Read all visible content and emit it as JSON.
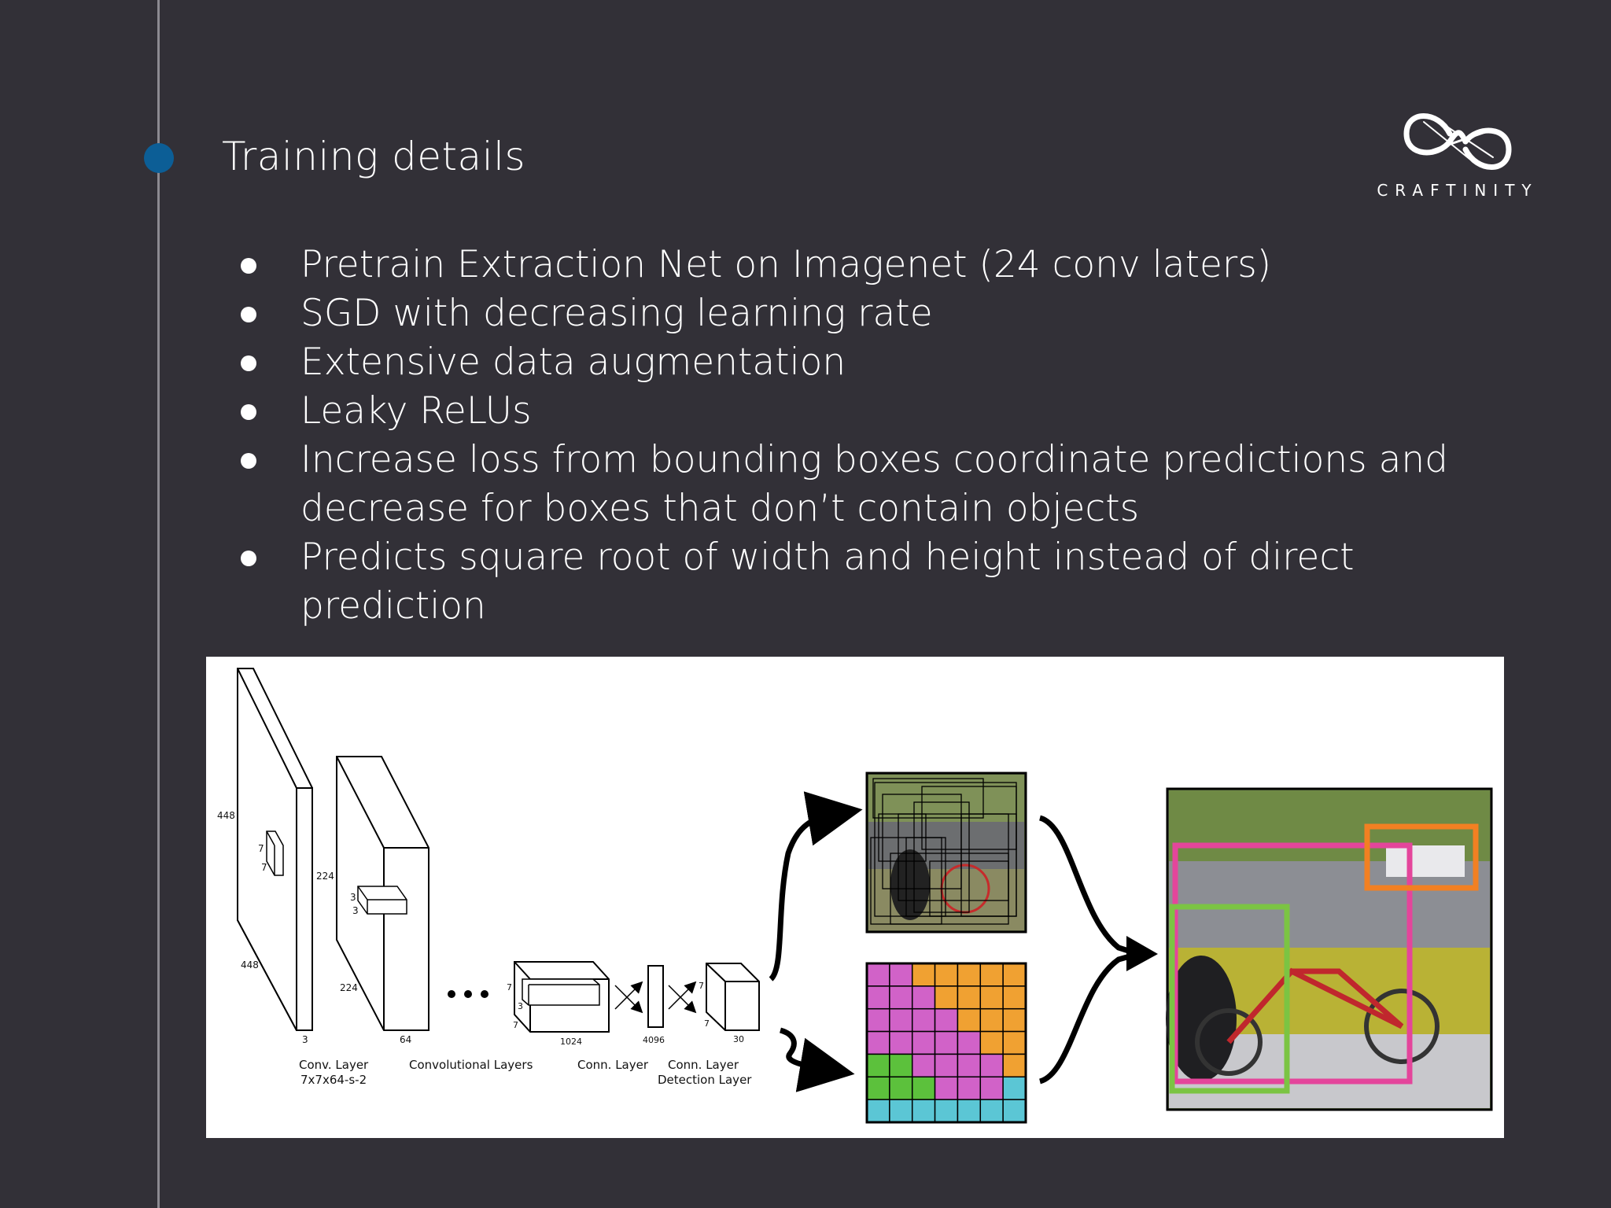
{
  "slide": {
    "title": "Training details"
  },
  "logo": {
    "text": "CRAFTINITY"
  },
  "bullets": [
    "Pretrain Extraction Net on Imagenet (24 conv laters)",
    "SGD with decreasing learning rate",
    "Extensive data augmentation",
    "Leaky ReLUs",
    "Increase loss from bounding boxes coordinate predictions and decrease for boxes that don’t contain objects",
    "Predicts square root of width and height instead of direct prediction"
  ],
  "figure": {
    "dims": {
      "in_h": "448",
      "in_w": "448",
      "in_c": "3",
      "k1a": "7",
      "k1b": "7",
      "l2_h": "224",
      "l2_w": "224",
      "l2_c": "64",
      "k2a": "3",
      "k2b": "3",
      "l3_a": "7",
      "l3_b": "7",
      "l3_c": "3",
      "l3_d": "1024",
      "fc": "4096",
      "out_a": "7",
      "out_b": "7",
      "out_c": "30"
    },
    "labels": {
      "conv_layer": "Conv. Layer",
      "conv_layer_spec": "7x7x64-s-2",
      "conv_layers": "Convolutional Layers",
      "conn_layer": "Conn. Layer",
      "conn_layer2": "Conn. Layer",
      "detection_layer": "Detection Layer"
    },
    "colors": {
      "magenta": "#d162c8",
      "orange": "#f0a132",
      "green": "#5cc13c",
      "cyan": "#5bc6d5",
      "box_pink": "#e4459b",
      "box_orange": "#f28022",
      "box_green": "#7bc443"
    }
  }
}
